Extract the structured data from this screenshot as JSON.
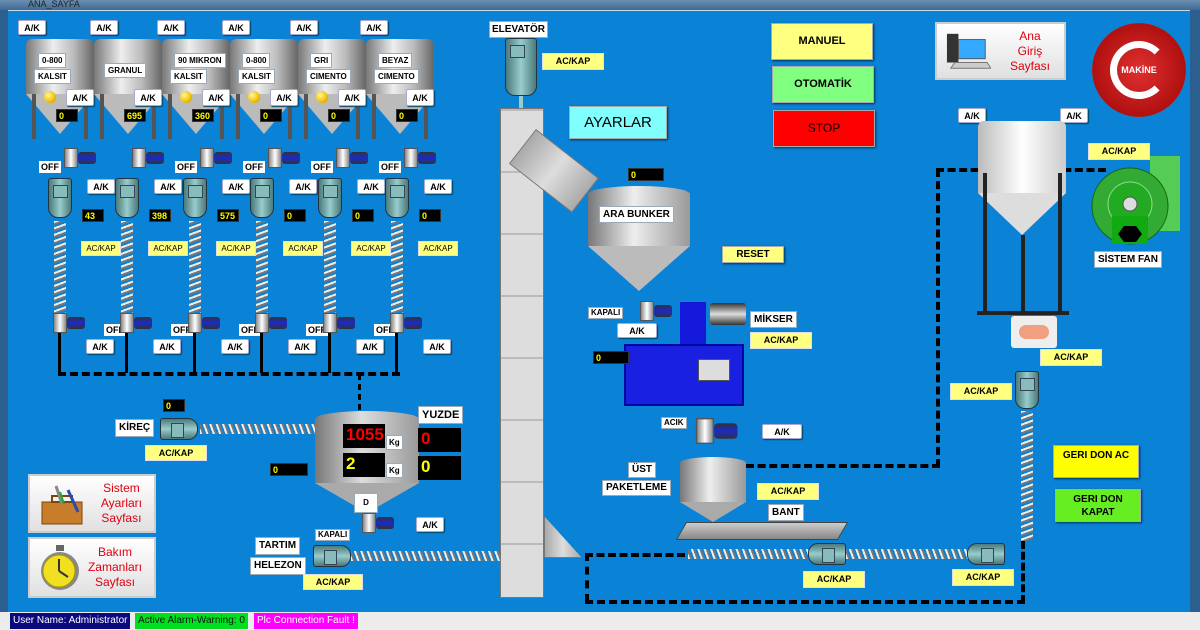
{
  "window": {
    "title": "ANA_SAYFA"
  },
  "silos": [
    {
      "label1": "0-800",
      "label2": "KALSIT",
      "value": "0",
      "lamp": true,
      "top_ak": "A/K",
      "side_ak": "A/K",
      "valve_state": "OFF"
    },
    {
      "label1": "",
      "label2": "GRANUL",
      "value": "695",
      "lamp": false,
      "top_ak": "A/K",
      "side_ak": "A/K",
      "valve_state": ""
    },
    {
      "label1": "90 MIKRON",
      "label2": "KALSIT",
      "value": "360",
      "lamp": true,
      "top_ak": "A/K",
      "side_ak": "A/K",
      "valve_state": "OFF"
    },
    {
      "label1": "0-800",
      "label2": "KALSIT",
      "value": "0",
      "lamp": true,
      "top_ak": "A/K",
      "side_ak": "A/K",
      "valve_state": "OFF"
    },
    {
      "label1": "GRI",
      "label2": "CIMENTO",
      "value": "0",
      "lamp": true,
      "top_ak": "A/K",
      "side_ak": "A/K",
      "valve_state": "OFF"
    },
    {
      "label1": "BEYAZ",
      "label2": "CIMENTO",
      "value": "0",
      "lamp": false,
      "top_ak": "A/K",
      "side_ak": "A/K",
      "valve_state": "OFF"
    }
  ],
  "feeders": [
    {
      "ak": "A/K",
      "value": "43",
      "ackap": "AC/KAP",
      "valve_state": "OFF",
      "bottom_ak": "A/K"
    },
    {
      "ak": "A/K",
      "value": "398",
      "ackap": "AC/KAP",
      "valve_state": "OFF",
      "bottom_ak": "A/K"
    },
    {
      "ak": "A/K",
      "value": "575",
      "ackap": "AC/KAP",
      "valve_state": "OFF",
      "bottom_ak": "A/K"
    },
    {
      "ak": "A/K",
      "value": "0",
      "ackap": "AC/KAP",
      "valve_state": "OFF",
      "bottom_ak": "A/K"
    },
    {
      "ak": "A/K",
      "value": "0",
      "ackap": "AC/KAP",
      "valve_state": "OFF",
      "bottom_ak": "A/K"
    },
    {
      "ak": "A/K",
      "value": "0",
      "ackap": "AC/KAP",
      "valve_state": "",
      "bottom_ak": "A/K"
    }
  ],
  "kirec": {
    "label": "KİREÇ",
    "value": "0",
    "ackap": "AC/KAP"
  },
  "scale": {
    "weight": "1055",
    "weight_unit": "Kg",
    "second": "2",
    "second_unit": "Kg",
    "yuzde_label": "YUZDE",
    "yuzde_1": "0",
    "yuzde_2": "0",
    "side_value": "0",
    "d_label": "D",
    "valve_state": "KAPALI",
    "ak": "A/K"
  },
  "tartim": {
    "label1": "TARTIM",
    "label2": "HELEZON",
    "ackap": "AC/KAP"
  },
  "nav": {
    "sistem": {
      "line1": "Sistem",
      "line2": "Ayarları",
      "line3": "Sayfası"
    },
    "bakim": {
      "line1": "Bakım",
      "line2": "Zamanları",
      "line3": "Sayfası"
    },
    "ana": {
      "line1": "Ana",
      "line2": "Giriş",
      "line3": "Sayfası"
    }
  },
  "elevator": {
    "label": "ELEVATÖR",
    "ackap": "AC/KAP"
  },
  "ayarlar": "AYARLAR",
  "modes": {
    "manuel": "MANUEL",
    "otomatik": "OTOMATİK",
    "stop": "STOP"
  },
  "mode_colors": {
    "manuel": "#ffff80",
    "otomatik": "#80ff80",
    "stop": "#ff0000"
  },
  "ara_bunker": {
    "label": "ARA BUNKER",
    "value": "0",
    "valve_state": "KAPALI",
    "ak": "A/K"
  },
  "reset": "RESET",
  "mikser": {
    "label": "MİKSER",
    "ackap": "AC/KAP",
    "value": "0",
    "valve_state": "ACIK",
    "ak": "A/K"
  },
  "paketleme": {
    "label1": "ÜST",
    "label2": "PAKETLEME",
    "ackap": "AC/KAP",
    "bant": "BANT"
  },
  "bottom_screws": {
    "ackap1": "AC/KAP",
    "ackap2": "AC/KAP"
  },
  "filter": {
    "ak_left": "A/K",
    "ak_right": "A/K",
    "valve_ackap": "AC/KAP",
    "motor_ackap": "AC/KAP"
  },
  "fan": {
    "label": "SİSTEM FAN",
    "ackap": "AC/KAP"
  },
  "geri_don": {
    "ac": "GERI DON AC",
    "kapat": "GERI DON KAPAT"
  },
  "logo": {
    "text": "MAKİNE"
  },
  "status": {
    "user": "User Name: Administrator",
    "alarm": "Active Alarm-Warning: 0",
    "plc": "Plc Connection Fault !"
  }
}
